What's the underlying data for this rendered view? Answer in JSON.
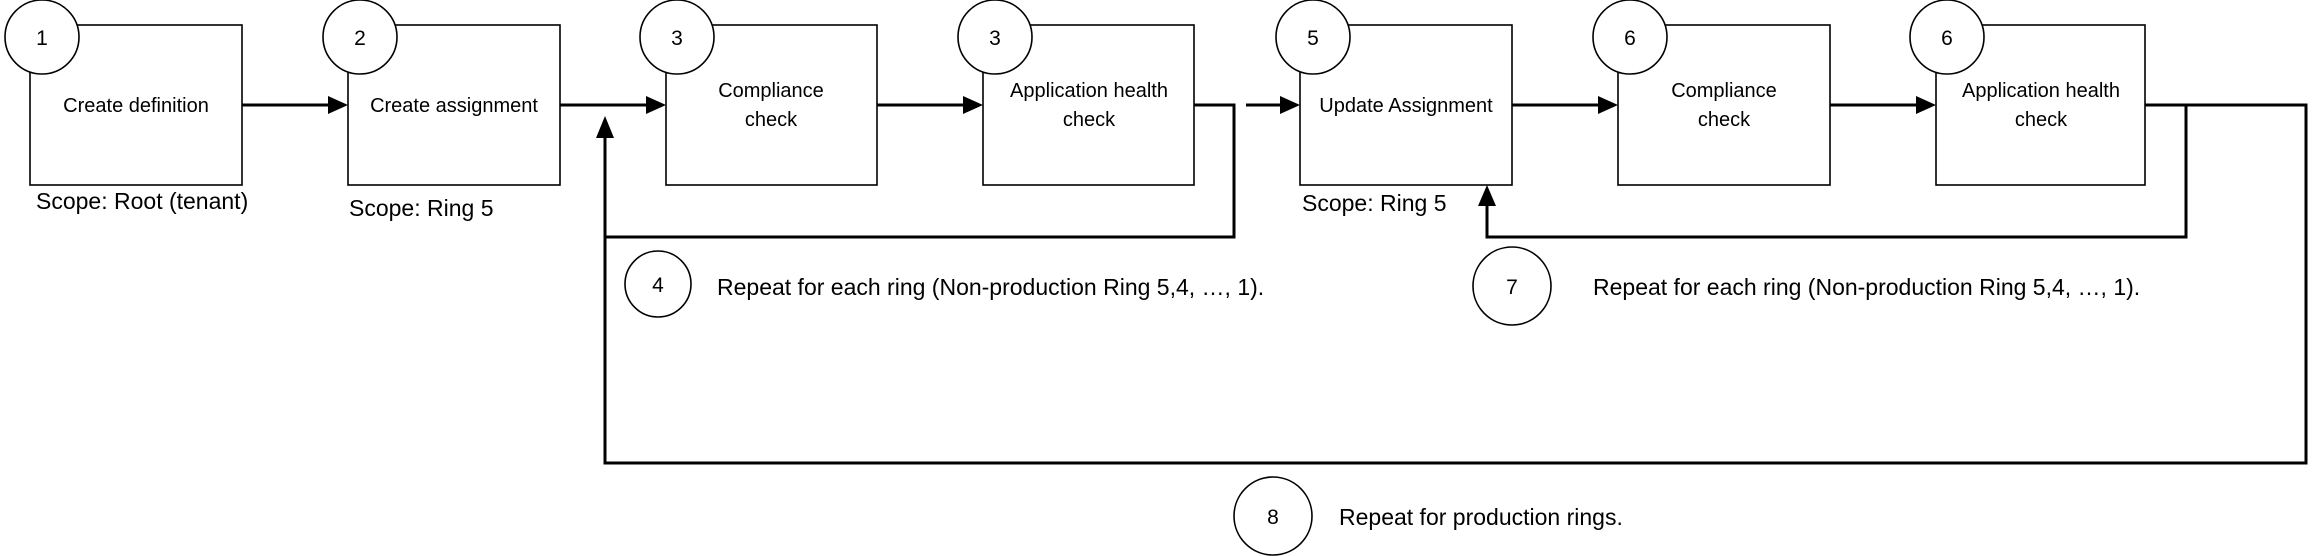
{
  "steps": [
    {
      "number": "1",
      "label": [
        "Create definition"
      ]
    },
    {
      "number": "2",
      "label": [
        "Create assignment"
      ]
    },
    {
      "number": "3",
      "label": [
        "Compliance",
        "check"
      ]
    },
    {
      "number": "3",
      "label": [
        "Application health",
        "check"
      ]
    },
    {
      "number": "5",
      "label": [
        "Update Assignment"
      ]
    },
    {
      "number": "6",
      "label": [
        "Compliance",
        "check"
      ]
    },
    {
      "number": "6",
      "label": [
        "Application health",
        "check"
      ]
    }
  ],
  "scopes": [
    "Scope: Root (tenant)",
    "Scope: Ring 5",
    "Scope: Ring 5"
  ],
  "loops": [
    {
      "number": "4",
      "text": "Repeat for each ring (Non-production Ring 5,4, …, 1)."
    },
    {
      "number": "7",
      "text": "Repeat for each ring (Non-production Ring 5,4, …, 1)."
    },
    {
      "number": "8",
      "text": "Repeat for production rings."
    }
  ]
}
